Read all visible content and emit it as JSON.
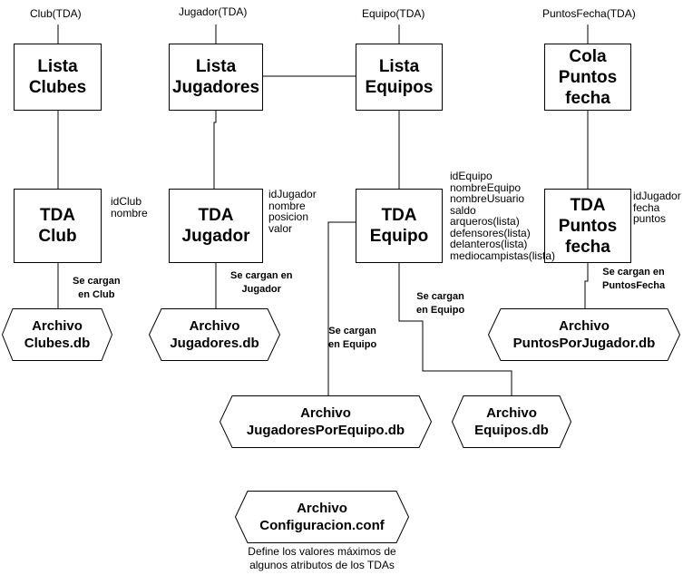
{
  "tda_labels": {
    "club": "Club(TDA)",
    "jugador": "Jugador(TDA)",
    "equipo": "Equipo(TDA)",
    "puntos": "PuntosFecha(TDA)"
  },
  "lists": {
    "clubes": [
      "Lista",
      "Clubes"
    ],
    "jugadores": [
      "Lista",
      "Jugadores"
    ],
    "equipos": [
      "Lista",
      "Equipos"
    ],
    "puntos": [
      "Cola",
      "Puntos",
      "fecha"
    ]
  },
  "tdas": {
    "club": [
      "TDA",
      "Club"
    ],
    "jugador": [
      "TDA",
      "Jugador"
    ],
    "equipo": [
      "TDA",
      "Equipo"
    ],
    "puntos": [
      "TDA",
      "Puntos",
      "fecha"
    ]
  },
  "attributes": {
    "club": [
      "idClub",
      "nombre"
    ],
    "jugador": [
      "idJugador",
      "nombre",
      "posicion",
      "valor"
    ],
    "equipo": [
      "idEquipo",
      "nombreEquipo",
      "nombreUsuario",
      "saldo",
      "arqueros(lista)",
      "defensores(lista)",
      "delanteros(lista)",
      "mediocampistas(lista)"
    ],
    "puntos": [
      "idJugador",
      "fecha",
      "puntos"
    ]
  },
  "load_notes": {
    "club": [
      "Se cargan",
      "en Club"
    ],
    "jugador": [
      "Se cargan en",
      "Jugador"
    ],
    "equipo_jugadores": [
      "Se cargan",
      "en Equipo"
    ],
    "equipo": [
      "Se cargan",
      "en Equipo"
    ],
    "puntos": [
      "Se cargan en",
      "PuntosFecha"
    ]
  },
  "files": {
    "clubes": [
      "Archivo",
      "Clubes.db"
    ],
    "jugadores": [
      "Archivo",
      "Jugadores.db"
    ],
    "puntos": [
      "Archivo",
      "PuntosPorJugador.db"
    ],
    "jugadores_equipo": [
      "Archivo",
      "JugadoresPorEquipo.db"
    ],
    "equipos": [
      "Archivo",
      "Equipos.db"
    ],
    "config": [
      "Archivo",
      "Configuracion.conf"
    ]
  },
  "config_note": [
    "Define los valores máximos de",
    "algunos atributos de los TDAs"
  ]
}
